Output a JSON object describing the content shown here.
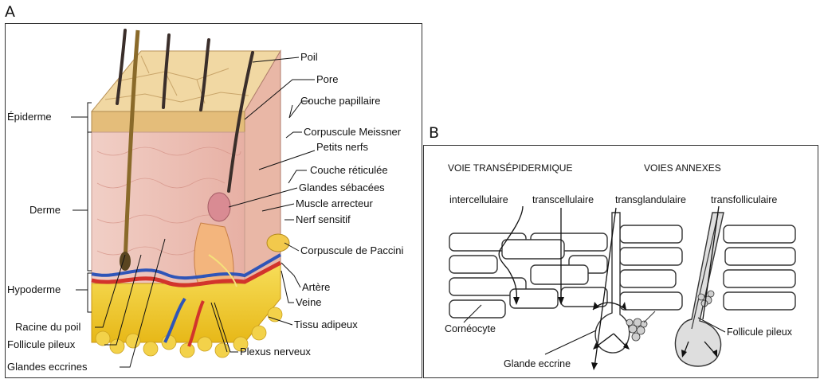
{
  "panelA": {
    "letter": "A",
    "left_labels": {
      "epiderme": "Épiderme",
      "derme": "Derme",
      "hypoderme": "Hypoderme",
      "racine": "Racine du poil",
      "follicule": "Follicule pileux",
      "glandes_eccrines": "Glandes eccrines"
    },
    "right_labels": {
      "poil": "Poil",
      "pore": "Pore",
      "couche_papillaire": "Couche papillaire",
      "meissner": "Corpuscule Meissner",
      "petits_nerfs": "Petits nerfs",
      "reticulee": "Couche réticulée",
      "sebacees": "Glandes sébacées",
      "muscle": "Muscle arrecteur",
      "nerf": "Nerf sensitif",
      "paccini": "Corpuscule de Paccini",
      "artere": "Artère",
      "veine": "Veine",
      "tissu": "Tissu adipeux",
      "plexus": "Plexus nerveux"
    }
  },
  "panelB": {
    "letter": "B",
    "headers": {
      "transepidermique": "VOIE TRANSÉPIDERMIQUE",
      "annexes": "VOIES ANNEXES"
    },
    "routes": {
      "intercellulaire": "intercellulaire",
      "transcellulaire": "transcellulaire",
      "transglandulaire": "transglandulaire",
      "transfolliculaire": "transfolliculaire"
    },
    "labels": {
      "corneocyte": "Cornéocyte",
      "glande_eccrine": "Glande eccrine",
      "follicule": "Follicule pileux"
    }
  },
  "colors": {
    "epidermis": "#e9c98a",
    "dermis": "#eec1b6",
    "fat": "#f1cf2e",
    "artery": "#d2342c",
    "vein": "#2f55b8",
    "hair": "#3a2e2a"
  }
}
